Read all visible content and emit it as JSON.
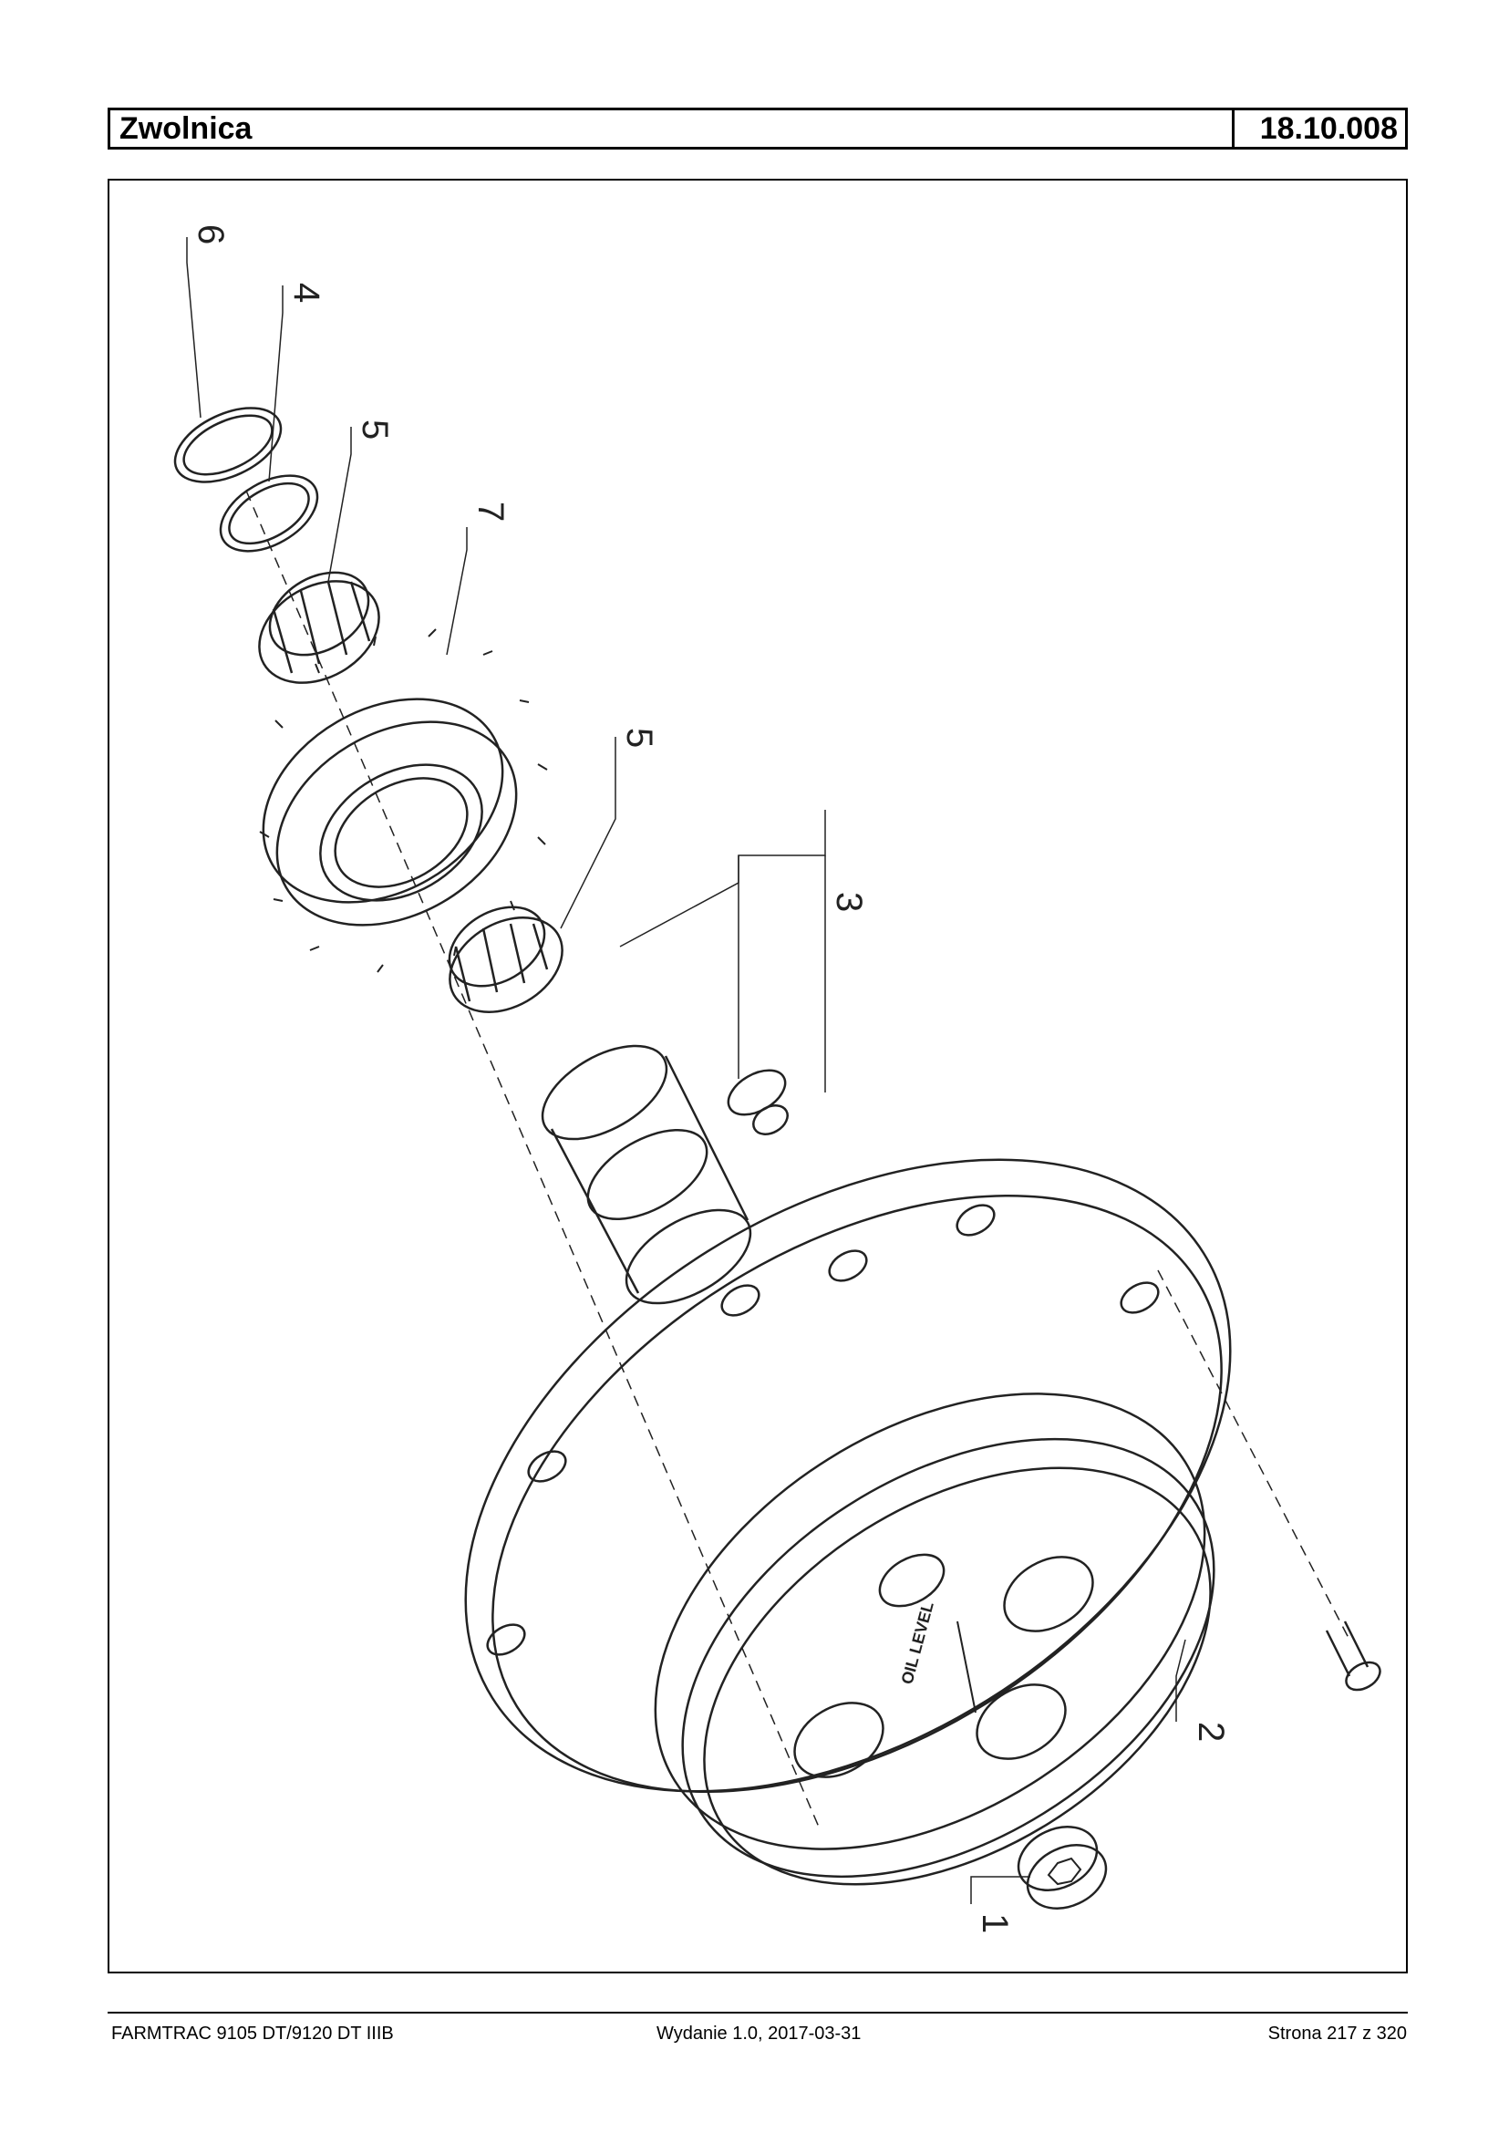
{
  "header": {
    "title": "Zwolnica",
    "code": "18.10.008"
  },
  "callouts": {
    "c1": "1",
    "c2": "2",
    "c3": "3",
    "c4": "4",
    "c5a": "5",
    "c5b": "5",
    "c6": "6",
    "c7": "7"
  },
  "oil_label": "OIL LEVEL",
  "footer": {
    "model": "FARMTRAC 9105 DT/9120 DT IIIB",
    "edition": "Wydanie 1.0,  2017-03-31",
    "page": "Strona 217 z 320"
  }
}
